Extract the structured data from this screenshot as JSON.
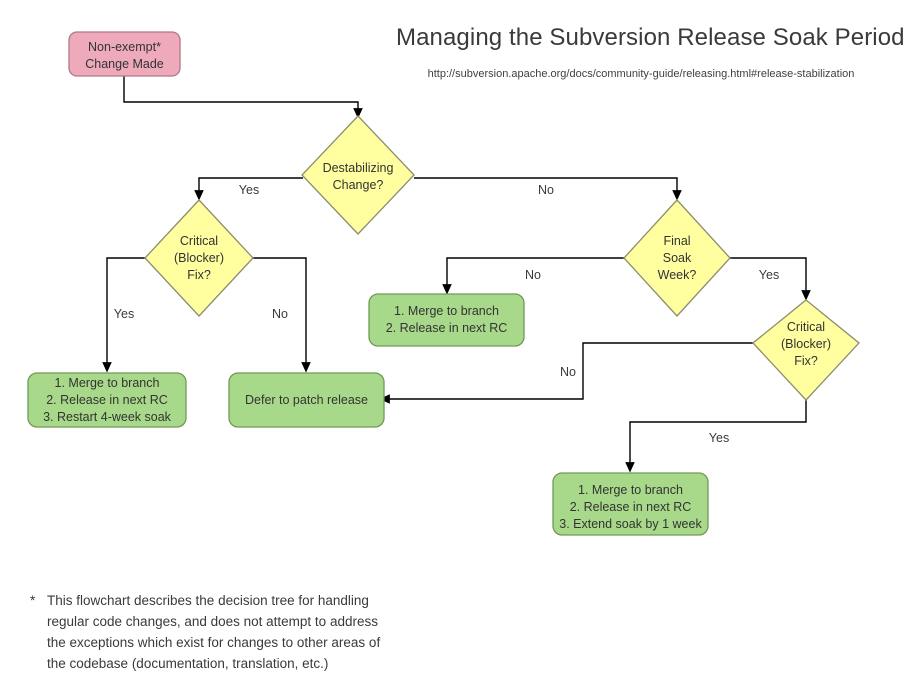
{
  "header": {
    "title": "Managing the Subversion Release Soak Period",
    "url": "http://subversion.apache.org/docs/community-guide/releasing.html#release-stabilization"
  },
  "colors": {
    "start_fill": "#eeaabb",
    "start_stroke": "#b07788",
    "decision_fill": "#ffffa0",
    "decision_stroke": "#8d8d6e",
    "action_fill": "#a8d98a",
    "action_stroke": "#6f9a56",
    "connector": "#000000",
    "text": "#333333"
  },
  "nodes": {
    "start": {
      "type": "start",
      "lines": [
        "Non-exempt*",
        "Change Made"
      ]
    },
    "destabilizing": {
      "type": "decision",
      "lines": [
        "Destabilizing",
        "Change?"
      ]
    },
    "critical_left": {
      "type": "decision",
      "lines": [
        "Critical",
        "(Blocker)",
        "Fix?"
      ]
    },
    "final_soak": {
      "type": "decision",
      "lines": [
        "Final",
        "Soak",
        "Week?"
      ]
    },
    "critical_right": {
      "type": "decision",
      "lines": [
        "Critical",
        "(Blocker)",
        "Fix?"
      ]
    },
    "action_restart": {
      "type": "action",
      "lines": [
        "1. Merge to branch",
        "2. Release in next RC",
        "3. Restart 4-week soak"
      ]
    },
    "action_defer": {
      "type": "action",
      "lines": [
        "Defer to patch release"
      ]
    },
    "action_merge": {
      "type": "action",
      "lines": [
        "1. Merge to branch",
        "2. Release in next RC"
      ]
    },
    "action_extend": {
      "type": "action",
      "lines": [
        "1. Merge to branch",
        "2. Release in next RC",
        "3. Extend soak by 1 week"
      ]
    }
  },
  "edge_labels": {
    "destab_yes": "Yes",
    "destab_no": "No",
    "critleft_yes": "Yes",
    "critleft_no": "No",
    "soak_no": "No",
    "soak_yes": "Yes",
    "critright_no": "No",
    "critright_yes": "Yes"
  },
  "footnote": {
    "marker": "*",
    "lines": [
      "This flowchart describes the decision tree for handling",
      "regular code changes, and does not attempt to address",
      "the exceptions which exist for changes to other areas of",
      "the codebase (documentation, translation, etc.)"
    ]
  }
}
